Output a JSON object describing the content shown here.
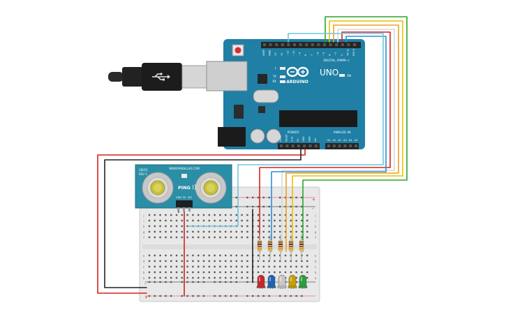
{
  "arduino": {
    "brand": "ARDUINO",
    "model": "UNO",
    "digital_header": "DIGITAL (PWM~)",
    "power_header": "POWER",
    "analog_header": "ANALOG IN",
    "on_label": "ON",
    "tx_label": "TX",
    "rx_label": "RX",
    "l_label": "L",
    "digital_pins": [
      "AREF",
      "GND",
      "13",
      "12",
      "~11",
      "~10",
      "~9",
      "8",
      "7",
      "~6",
      "~5",
      "4",
      "~3",
      "2",
      "TX→1",
      "RX←0"
    ],
    "power_pins": [
      "IOREF",
      "RESET",
      "3.3V",
      "5V",
      "GND",
      "GND",
      "Vin"
    ],
    "analog_pins": [
      "A0",
      "A1",
      "A2",
      "A3",
      "A4",
      "A5"
    ]
  },
  "sensor": {
    "model_code": "28015",
    "rev": "REV C",
    "url": "WWW.PARALLAX.COM",
    "name": "PING",
    "pins": [
      "GND",
      "5V",
      "SIG"
    ]
  },
  "breadboard": {
    "row_letters_top": [
      "j",
      "i",
      "h",
      "g",
      "f"
    ],
    "row_letters_bottom": [
      "e",
      "d",
      "c",
      "b",
      "a"
    ],
    "rail_plus": "+",
    "rail_minus": "-"
  },
  "leds": [
    {
      "color": "red",
      "hex": "#c62828"
    },
    {
      "color": "blue",
      "hex": "#1e64b4"
    },
    {
      "color": "white",
      "hex": "#c8c8c8"
    },
    {
      "color": "yellow",
      "hex": "#c8a000"
    },
    {
      "color": "green",
      "hex": "#2e9e3e"
    }
  ],
  "wire_colors": {
    "red": "#d42020",
    "black": "#222222",
    "green": "#2aa52a",
    "yellow": "#e6c200",
    "blue": "#2b8fd8",
    "cyan": "#6fc6dc",
    "white": "#d8d8d8",
    "orange": "#f0a020"
  },
  "usb_cable": {
    "icon": "usb-icon"
  }
}
